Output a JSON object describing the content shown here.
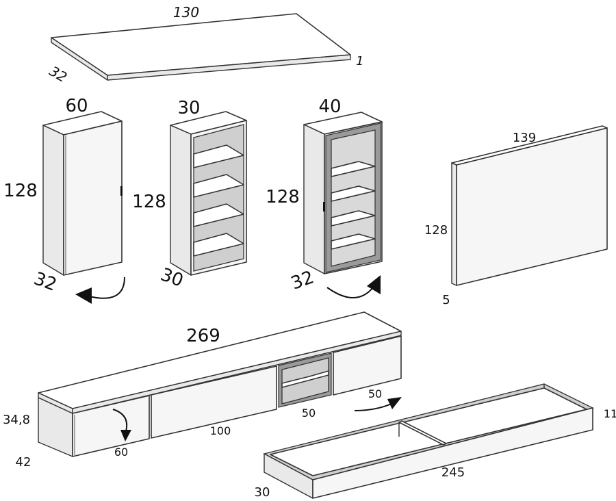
{
  "top_panel": {
    "length": "130",
    "depth": "32",
    "thickness": "1"
  },
  "cabinet_door": {
    "width": "60",
    "height": "128",
    "depth": "32"
  },
  "open_shelf": {
    "width": "30",
    "height": "128",
    "depth": "30"
  },
  "glass_cabinet": {
    "width": "40",
    "height": "128",
    "depth": "32"
  },
  "back_panel": {
    "width": "139",
    "height": "128",
    "thickness": "5"
  },
  "tv_unit": {
    "length": "269",
    "height": "34,8",
    "depth": "42",
    "module_left": "60",
    "module_center": "100",
    "module_open": "50",
    "module_right": "50"
  },
  "drawer_tray": {
    "length": "245",
    "depth": "30",
    "height": "11"
  }
}
